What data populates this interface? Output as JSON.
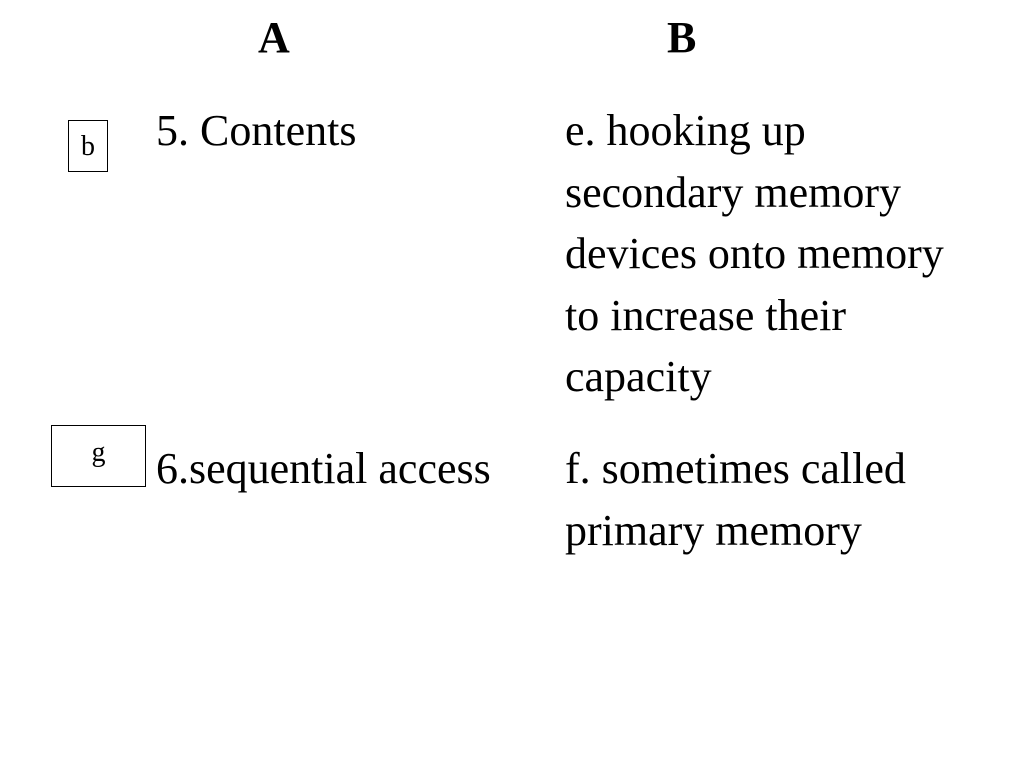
{
  "headers": {
    "a": "A",
    "b": "B"
  },
  "rows": [
    {
      "answer": "b",
      "term": "5. Contents",
      "definition_lines": [
        "e. hooking up",
        "secondary memory",
        "devices onto memory",
        "to increase their",
        "capacity"
      ]
    },
    {
      "answer": "g",
      "term": "6.sequential access",
      "definition_lines": [
        "f. sometimes called",
        "primary memory"
      ]
    }
  ]
}
